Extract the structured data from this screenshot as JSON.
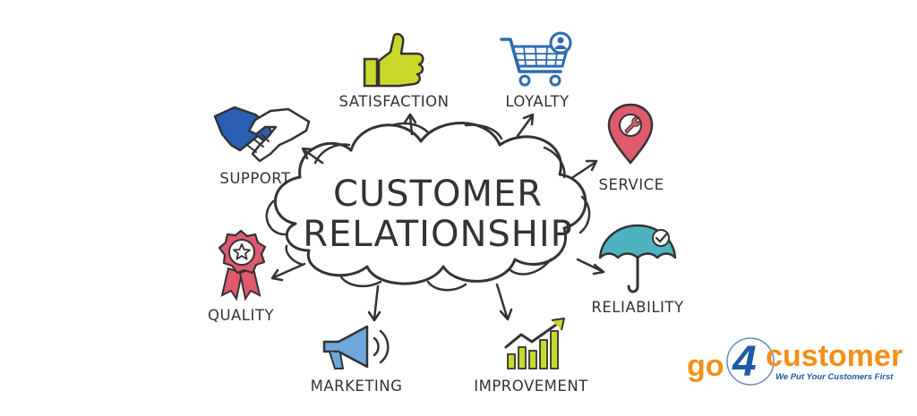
{
  "center": {
    "line1": "CUSTOMER",
    "line2": "RELATIONSHIP"
  },
  "nodes": {
    "satisfaction": {
      "label": "SATISFACTION",
      "icon": "thumbs-up-icon"
    },
    "loyalty": {
      "label": "LOYALTY",
      "icon": "shopping-cart-icon"
    },
    "service": {
      "label": "SERVICE",
      "icon": "location-pin-wrench-icon"
    },
    "reliability": {
      "label": "RELIABILITY",
      "icon": "umbrella-check-icon"
    },
    "improvement": {
      "label": "IMPROVEMENT",
      "icon": "growth-bar-chart-icon"
    },
    "marketing": {
      "label": "MARKETING",
      "icon": "megaphone-icon"
    },
    "quality": {
      "label": "QUALITY",
      "icon": "award-ribbon-icon"
    },
    "support": {
      "label": "SUPPORT",
      "icon": "handshake-icon"
    }
  },
  "logo": {
    "part1": "go",
    "four": "4",
    "part2": "customer",
    "tagline": "We Put Your Customers First"
  },
  "colors": {
    "ink": "#333333",
    "thumb": "#c9d82b",
    "cart": "#2b6cb0",
    "pin": "#e05a6e",
    "umbrella": "#4fb3bf",
    "chart": "#c9d82b",
    "megaphone": "#6fa8dc",
    "ribbon": "#e05a6e",
    "handshake": "#2b5fb3",
    "logo_orange": "#f39019",
    "logo_blue": "#1f5aa6"
  }
}
